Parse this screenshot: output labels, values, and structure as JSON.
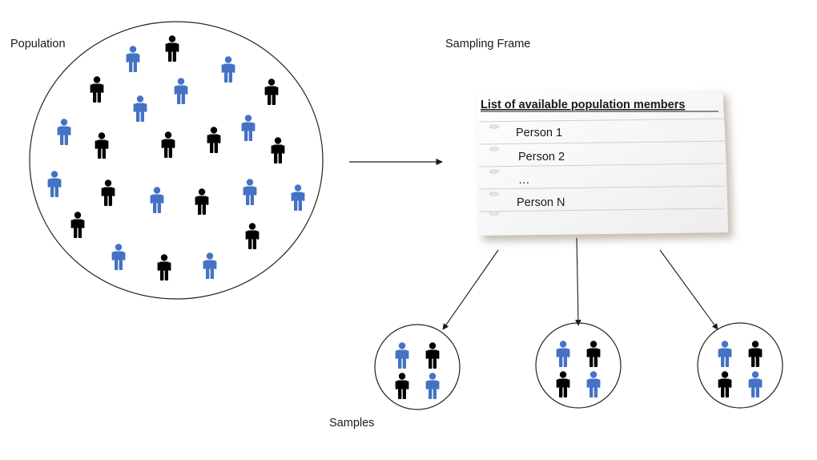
{
  "labels": {
    "population": "Population",
    "sampling_frame": "Sampling Frame",
    "samples": "Samples"
  },
  "frame_card": {
    "title": "List of available  population members",
    "entries": [
      "Person 1",
      "Person 2",
      "…",
      "Person N"
    ]
  },
  "colors": {
    "blue_person": "#4472c4",
    "black_person": "#000000",
    "outline": "#222222"
  },
  "population_people": [
    {
      "color": "blue"
    },
    {
      "color": "black"
    },
    {
      "color": "blue"
    },
    {
      "color": "black"
    },
    {
      "color": "blue"
    },
    {
      "color": "black"
    },
    {
      "color": "blue"
    },
    {
      "color": "blue"
    },
    {
      "color": "black"
    },
    {
      "color": "black"
    },
    {
      "color": "blue"
    },
    {
      "color": "black"
    },
    {
      "color": "black"
    },
    {
      "color": "blue"
    },
    {
      "color": "black"
    },
    {
      "color": "blue"
    },
    {
      "color": "black"
    },
    {
      "color": "blue"
    },
    {
      "color": "black"
    },
    {
      "color": "blue"
    },
    {
      "color": "blue"
    },
    {
      "color": "black"
    },
    {
      "color": "black"
    },
    {
      "color": "blue"
    },
    {
      "color": "black"
    },
    {
      "color": "blue"
    }
  ],
  "samples": [
    {
      "people": [
        "blue",
        "black",
        "black",
        "blue"
      ]
    },
    {
      "people": [
        "blue",
        "black",
        "black",
        "blue"
      ]
    },
    {
      "people": [
        "blue",
        "black",
        "black",
        "blue"
      ]
    }
  ]
}
